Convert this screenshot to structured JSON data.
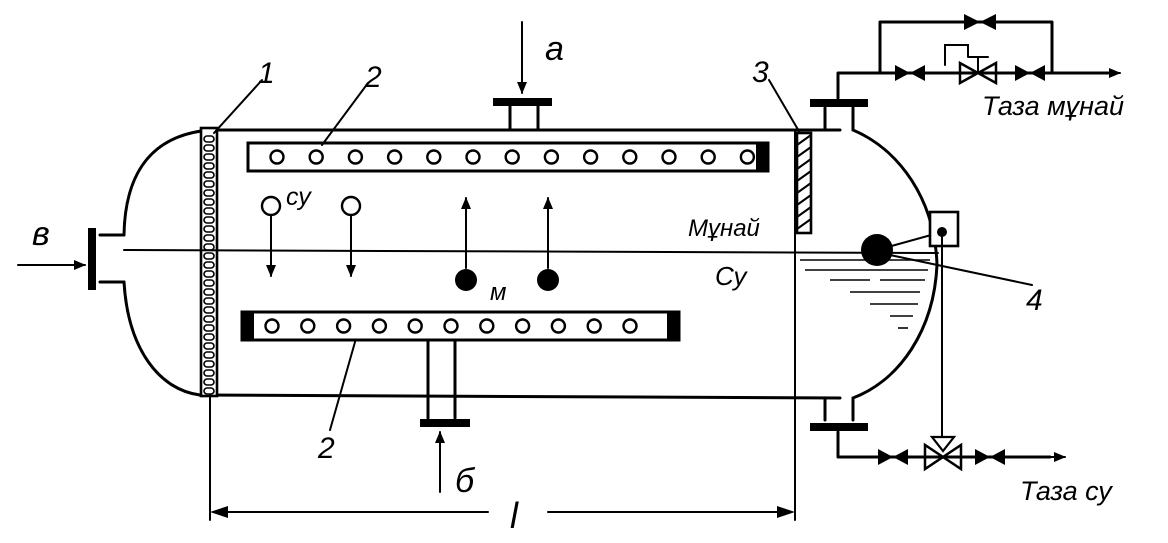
{
  "labels": {
    "inlet_a": "а",
    "inlet_b": "б",
    "inlet_v": "в",
    "water_drop": "су",
    "oil_drop": "м",
    "oil_layer": "Мұнай",
    "water_layer": "Су",
    "clean_oil": "Таза мұнай",
    "clean_water": "Таза су",
    "length": "l"
  },
  "callouts": {
    "one": "1",
    "two_top": "2",
    "two_bottom": "2",
    "three": "3",
    "four": "4"
  }
}
